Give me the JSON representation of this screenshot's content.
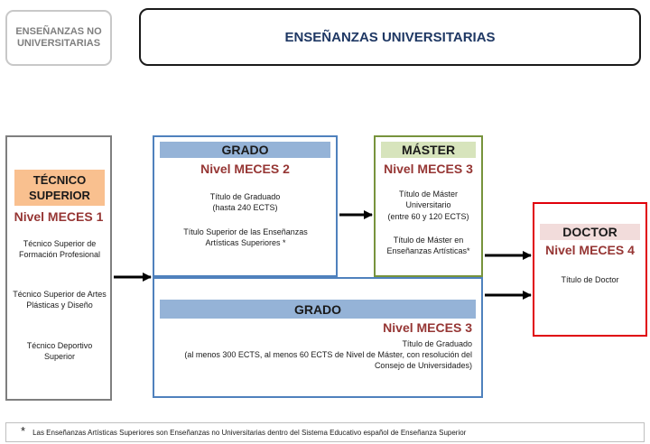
{
  "header": {
    "non_university": "ENSEÑANZAS NO UNIVERSITARIAS",
    "university": "ENSEÑANZAS UNIVERSITARIAS"
  },
  "tecnico": {
    "title": "TÉCNICO SUPERIOR",
    "level": "Nivel MECES 1",
    "items": [
      "Técnico Superior de Formación Profesional",
      "Técnico Superior de Artes Plásticas y Diseño",
      "Técnico Deportivo Superior"
    ]
  },
  "grado_top": {
    "title": "GRADO",
    "level": "Nivel MECES 2",
    "line1": "Título de Graduado",
    "line2": "(hasta 240 ECTS)",
    "line3": "Título Superior de las Enseñanzas Artísticas Superiores *"
  },
  "master": {
    "title": "MÁSTER",
    "level": "Nivel MECES 3",
    "line1": "Título de Máster Universitario",
    "line2": "(entre 60 y 120 ECTS)",
    "line3": "Título de Máster en Enseñanzas Artísticas*"
  },
  "doctor": {
    "title": "DOCTOR",
    "level": "Nivel MECES 4",
    "line1": "Título de Doctor"
  },
  "grado_bottom": {
    "title": "GRADO",
    "level": "Nivel MECES 3",
    "line1": "Título de Graduado",
    "line2": "(al menos 300 ECTS, al menos 60 ECTS de Nivel de Máster, con resolución del Consejo de Universidades)"
  },
  "footnote": {
    "mark": "*",
    "text": "Las Enseñanzas Artísticas Superiores son Enseñanzas no Universitarias dentro del Sistema Educativo español de Enseñanza Superior"
  },
  "colors": {
    "tecnico_bar": "#f9c08f",
    "grado_bar": "#95b3d7",
    "master_bar": "#d7e4bc",
    "doctor_bar": "#f2dcdb",
    "level_text": "#963634",
    "doctor_border": "#e0000a",
    "master_border": "#77933c",
    "grado_border": "#4f81bd"
  }
}
